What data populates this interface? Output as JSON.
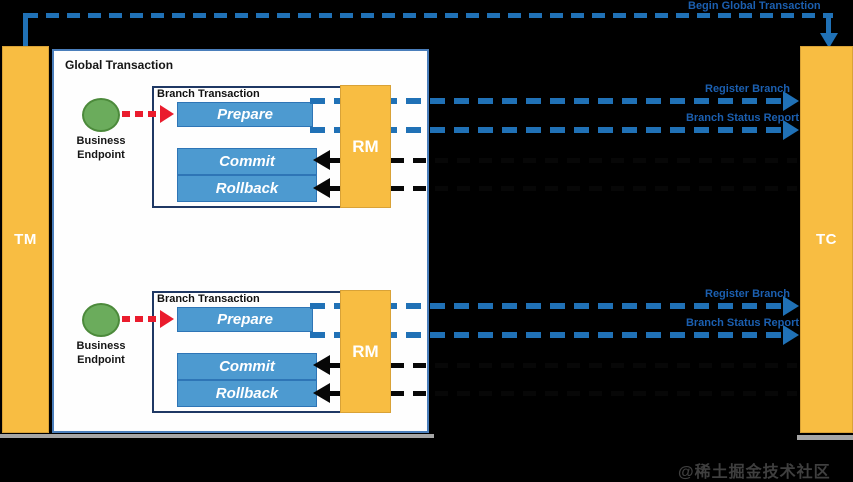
{
  "top_flow": {
    "label": "Begin Global Transaction"
  },
  "tm": {
    "label": "TM"
  },
  "tc": {
    "label": "TC"
  },
  "global_box": {
    "label": "Global Transaction"
  },
  "branches": [
    {
      "box_label": "Branch Transaction",
      "endpoint_line1": "Business",
      "endpoint_line2": "Endpoint",
      "prepare_label": "Prepare",
      "commit_label": "Commit",
      "rollback_label": "Rollback",
      "rm_label": "RM",
      "register_label": "Register Branch",
      "status_label": "Branch Status Report"
    },
    {
      "box_label": "Branch Transaction",
      "endpoint_line1": "Business",
      "endpoint_line2": "Endpoint",
      "prepare_label": "Prepare",
      "commit_label": "Commit",
      "rollback_label": "Rollback",
      "rm_label": "RM",
      "register_label": "Register Branch",
      "status_label": "Branch Status Report"
    }
  ],
  "watermark": "@稀土掘金技术社区",
  "colors": {
    "background": "#000000",
    "column_orange": "#F8BD42",
    "column_border": "#D9A237",
    "box_blue": "#4D9AD0",
    "box_blue_border": "#2E75B6",
    "line_blue": "#2071B6",
    "label_blue": "#1B5FB0",
    "global_border_blue": "#4A7EBB",
    "branch_border_navy": "#1F3864",
    "arrow_red": "#EA1C2D",
    "endpoint_green": "#6BAC5C",
    "line_black": "#070707",
    "shadow_gray": "#A6A6A6"
  }
}
